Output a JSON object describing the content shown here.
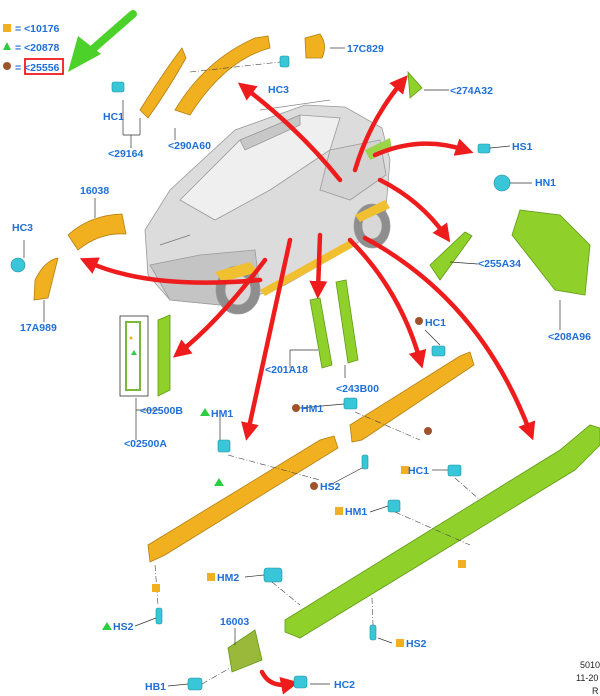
{
  "colors": {
    "label_blue": "#1f6fd6",
    "orange": "#f0b020",
    "green": "#7ed321",
    "brown": "#a0522d",
    "cyan": "#39c6d9",
    "arrow_red": "#ee1c1c",
    "arrow_green": "#4cd12a",
    "box_red": "#ee1c1c"
  },
  "legend": [
    {
      "symbol": "square",
      "color": "#f0b020",
      "text": "= <10176"
    },
    {
      "symbol": "triangle",
      "color": "#2ecc40",
      "text": "= <20878"
    },
    {
      "symbol": "circle",
      "color": "#a0522d",
      "text": "= <25556",
      "highlighted": true
    }
  ],
  "labels": {
    "hc3_top": "HC3",
    "c17c829": "17C829",
    "a274a32": "<274A32",
    "hc1_left": "HC1",
    "c29164": "<29164",
    "c290a60": "<290A60",
    "hs1": "HS1",
    "hn1": "HN1",
    "c16038": "16038",
    "hc3_left": "HC3",
    "c17a989": "17A989",
    "c255a34": "<255A34",
    "c208a96": "<208A96",
    "hc1_mid": "HC1",
    "c201a18": "<201A18",
    "c243b00": "<243B00",
    "c02500b": "<02500B",
    "c02500a": "<02500A",
    "hm1_left": "HM1",
    "hm1_mid": "HM1",
    "hs2_mid": "HS2",
    "hc1_right": "HC1",
    "hm1_right": "HM1",
    "hm2": "HM2",
    "hs2_left": "HS2",
    "c16003": "16003",
    "hs2_right": "HS2",
    "hb1": "HB1",
    "hc2": "HC2",
    "corner_code": "5010",
    "corner_date": "11-20",
    "corner_r": "R"
  },
  "icons": {
    "green_pointer": "arrow-icon",
    "clip": "clip-icon",
    "screw": "screw-icon",
    "car": "car-icon"
  }
}
